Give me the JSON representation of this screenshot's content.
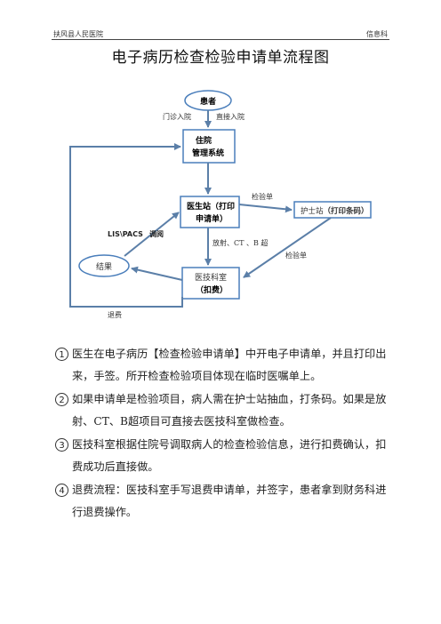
{
  "header": {
    "left": "扶风县人民医院",
    "right": "信息科"
  },
  "title": "电子病历检查检验申请单流程图",
  "diagram": {
    "nodes": {
      "patient": "患者",
      "his_line1": "住院",
      "his_line2": "管理系统",
      "doctor_line1": "医生站（打印",
      "doctor_line2": "申请单）",
      "nurse_prefix": "护士站",
      "nurse_bold": "（打印条码）",
      "dept_line1": "医技科室",
      "dept_line2": "（扣费）",
      "result": "结果"
    },
    "labels": {
      "outpatient": "门诊入院",
      "direct": "直接入院",
      "lab_sheet_1": "检验单",
      "lab_sheet_2": "检验单",
      "imaging": "放射、CT 、B 超",
      "lis_pacs": "LIS\\PACS",
      "retrieve": "调阅",
      "refund": "退费"
    },
    "colors": {
      "box_stroke": "#4a7ebb",
      "arrow": "#5b7fa8",
      "text": "#222222"
    }
  },
  "notes": [
    {
      "num": "1",
      "text": "医生在电子病历【检查检验申请单】中开电子申请单，并且打印出来，手签。所开检查检验项目体现在临时医嘱单上。"
    },
    {
      "num": "2",
      "text": "如果申请单是检验项目，病人需在护士站抽血，打条码。如果是放射、CT、B超项目可直接去医技科室做检查。"
    },
    {
      "num": "3",
      "text": "医技科室根据住院号调取病人的检查检验信息，进行扣费确认，扣费成功后直接做。"
    },
    {
      "num": "4",
      "text": "退费流程：医技科室手写退费申请单，并签字，患者拿到财务科进行退费操作。"
    }
  ]
}
